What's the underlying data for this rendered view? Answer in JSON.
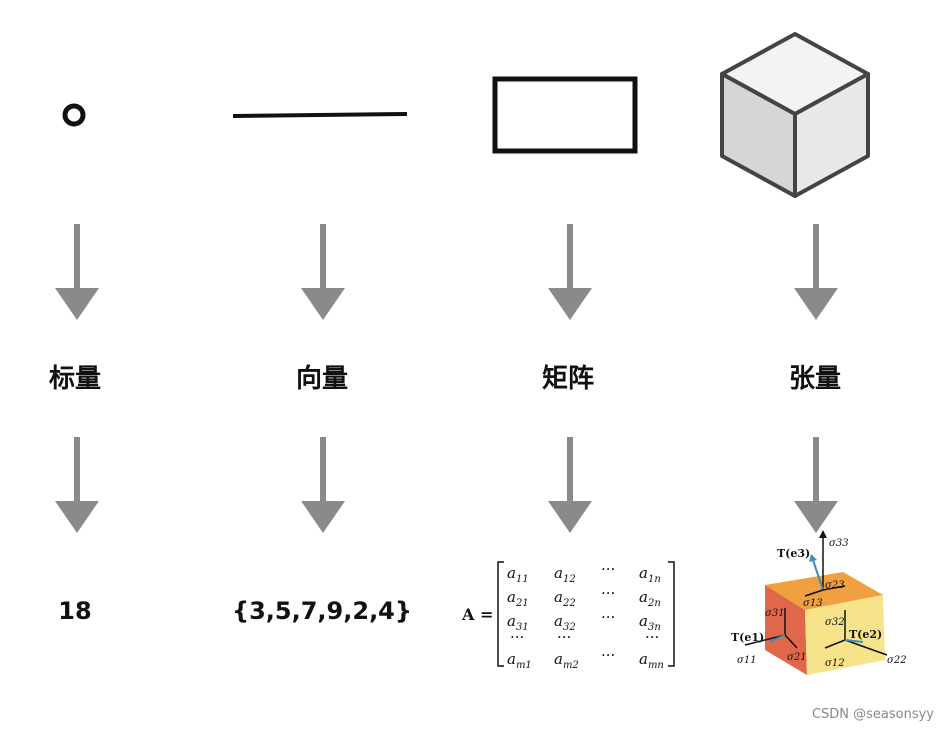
{
  "columns": [
    {
      "id": "scalar",
      "title": "标量",
      "value": "18"
    },
    {
      "id": "vector",
      "title": "向量",
      "value": "{3,5,7,9,2,4}"
    },
    {
      "id": "matrix",
      "title": "矩阵",
      "value": "A ="
    },
    {
      "id": "tensor",
      "title": "张量",
      "value": ""
    }
  ],
  "matrix_entries": [
    [
      "11",
      "12",
      "1n"
    ],
    [
      "21",
      "22",
      "2n"
    ],
    [
      "31",
      "32",
      "3n"
    ],
    [
      "m1",
      "m2",
      "mn"
    ]
  ],
  "tensor_labels": {
    "s33": "σ33",
    "s23": "σ23",
    "s13": "σ13",
    "s31": "σ31",
    "s32": "σ32",
    "s21": "σ21",
    "s11": "σ11",
    "s12": "σ12",
    "s22": "σ22",
    "te1": "T(e1)",
    "te2": "T(e2)",
    "te3": "T(e3)"
  },
  "colors": {
    "arrow": "#8a8a8a",
    "cube_top": "#f3f3f3",
    "cube_left": "#d6d6d6",
    "cube_right": "#e8e8e8",
    "cube_stroke": "#444444",
    "tensor_top": "#f0a040",
    "tensor_left": "#e0674a",
    "tensor_right": "#f7e38a"
  },
  "watermark": "CSDN @seasonsyy"
}
